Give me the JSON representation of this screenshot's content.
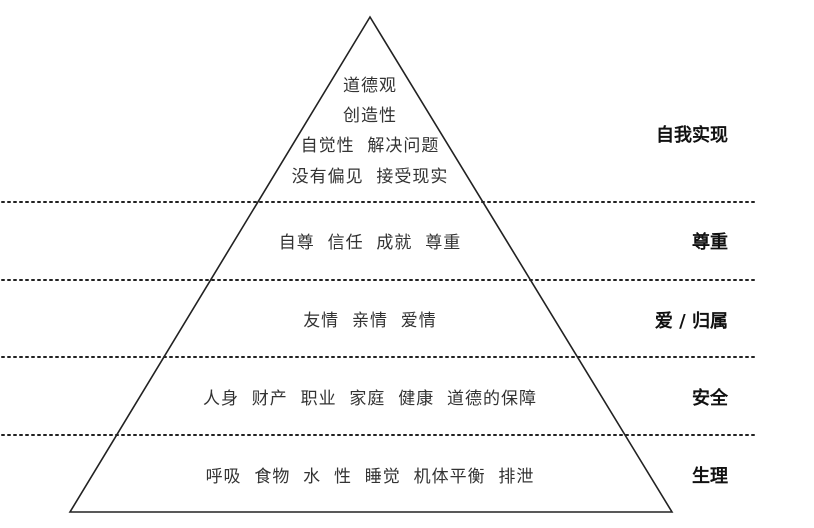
{
  "diagram": {
    "levels": [
      {
        "label": "自我实现",
        "lines": [
          "道德观",
          "创造性",
          "自觉性  解决问题",
          "没有偏见  接受现实"
        ]
      },
      {
        "label": "尊重",
        "lines": [
          "自尊  信任  成就  尊重"
        ]
      },
      {
        "label": "爱 / 归属",
        "lines": [
          "友情  亲情  爱情"
        ]
      },
      {
        "label": "安全",
        "lines": [
          "人身  财产  职业  家庭  健康  道德的保障"
        ]
      },
      {
        "label": "生理",
        "lines": [
          "呼吸  食物  水  性  睡觉  机体平衡  排泄"
        ]
      }
    ]
  }
}
